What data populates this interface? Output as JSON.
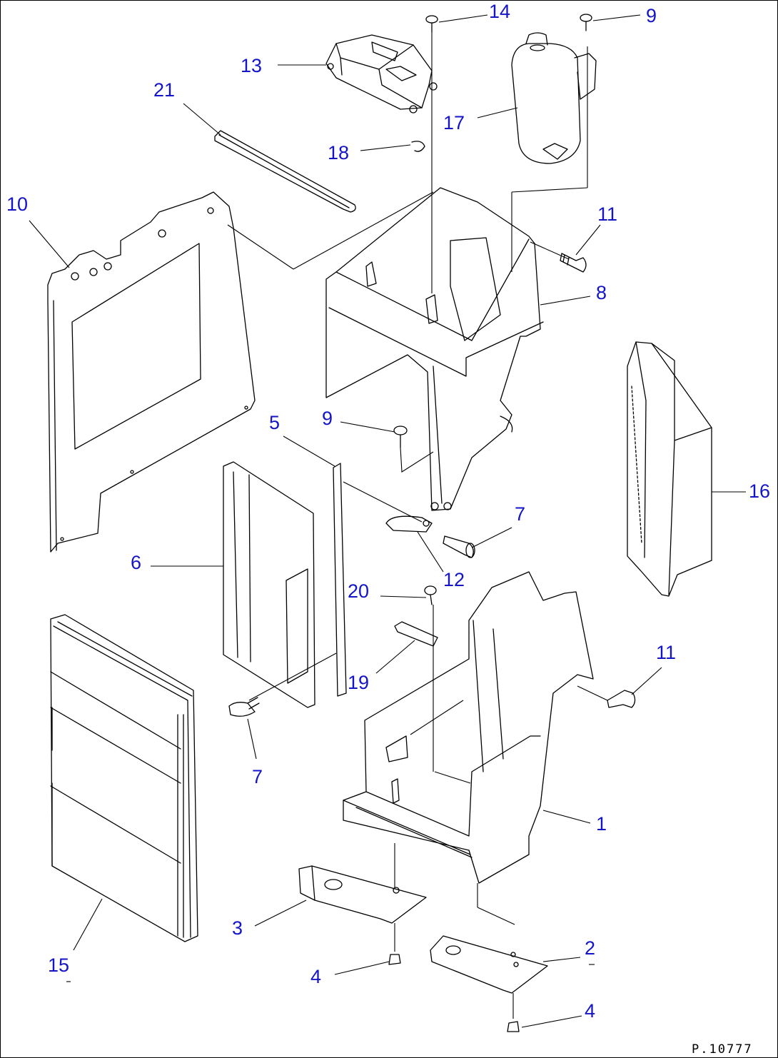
{
  "diagram": {
    "drawing_code": "P.10777",
    "callouts": [
      {
        "id": "c14",
        "label": "14"
      },
      {
        "id": "c9a",
        "label": "9"
      },
      {
        "id": "c13",
        "label": "13"
      },
      {
        "id": "c21",
        "label": "21"
      },
      {
        "id": "c17",
        "label": "17"
      },
      {
        "id": "c18",
        "label": "18"
      },
      {
        "id": "c10",
        "label": "10"
      },
      {
        "id": "c11a",
        "label": "11"
      },
      {
        "id": "c8",
        "label": "8"
      },
      {
        "id": "c9b",
        "label": "9"
      },
      {
        "id": "c5",
        "label": "5"
      },
      {
        "id": "c16",
        "label": "16"
      },
      {
        "id": "c7a",
        "label": "7"
      },
      {
        "id": "c6",
        "label": "6"
      },
      {
        "id": "c12",
        "label": "12"
      },
      {
        "id": "c20",
        "label": "20"
      },
      {
        "id": "c11b",
        "label": "11"
      },
      {
        "id": "c19",
        "label": "19"
      },
      {
        "id": "c7b",
        "label": "7"
      },
      {
        "id": "c1",
        "label": "1"
      },
      {
        "id": "c3",
        "label": "3"
      },
      {
        "id": "c2",
        "label": "2"
      },
      {
        "id": "c15",
        "label": "15"
      },
      {
        "id": "c4a",
        "label": "4"
      },
      {
        "id": "c4b",
        "label": "4"
      }
    ]
  }
}
